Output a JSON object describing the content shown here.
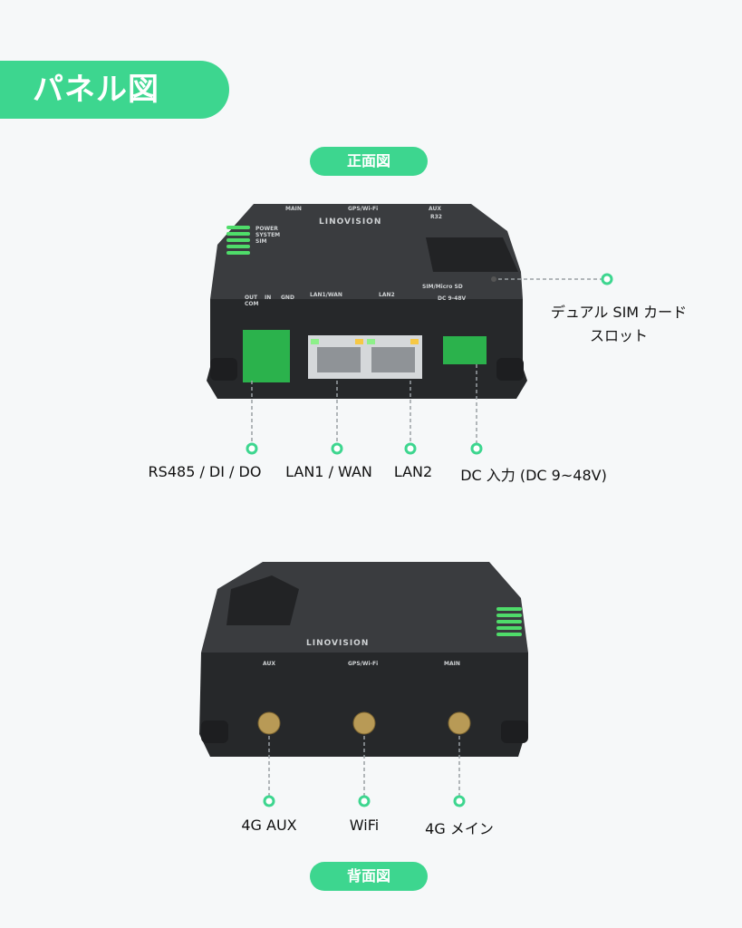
{
  "title": "パネル図",
  "front": {
    "section_label": "正面図",
    "callouts": [
      {
        "label": "RS485 / DI / DO"
      },
      {
        "label": "LAN1 / WAN"
      },
      {
        "label": "LAN2"
      },
      {
        "label": "DC 入力 (DC 9~48V)"
      }
    ],
    "sim_callout": {
      "line1": "デュアル SIM カード",
      "line2": "スロット"
    },
    "device_print": {
      "brand": "LINOVISION",
      "antenna_labels": [
        "MAIN",
        "GPS/Wi-Fi",
        "AUX"
      ],
      "rs": "R32",
      "leds": [
        "POWER",
        "SYSTEM",
        "SIM"
      ],
      "ports": [
        "LAN1/WAN",
        "LAN2",
        "DC 9-48V",
        "SIM/Micro SD"
      ],
      "io": [
        "OUT",
        "IN",
        "GND",
        "COM"
      ]
    }
  },
  "back": {
    "section_label": "背面図",
    "callouts": [
      {
        "label": "4G AUX"
      },
      {
        "label": "WiFi"
      },
      {
        "label": "4G メイン"
      }
    ]
  },
  "colors": {
    "accent": "#3dd68f",
    "background": "#f6f8f9",
    "device_body": "#2a2c2e",
    "connector_green": "#2bb24c"
  }
}
